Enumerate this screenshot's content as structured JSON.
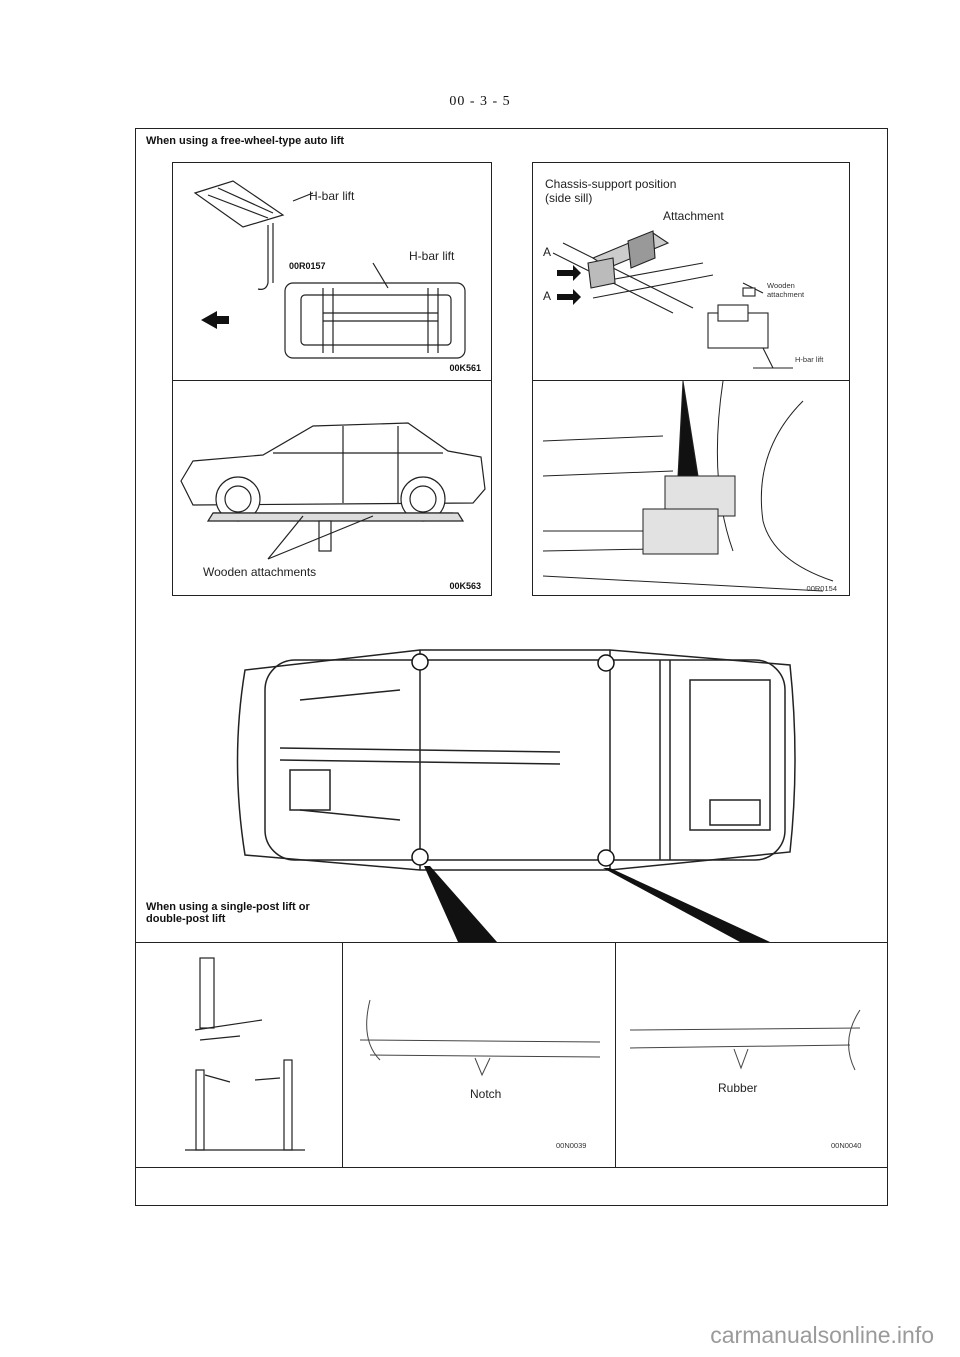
{
  "page": {
    "page_number": "00 - 3 - 5"
  },
  "section_free_wheel": {
    "heading": "When using a free-wheel-type auto lift",
    "panel_hbar": {
      "label_top": "H-bar lift",
      "figure_code_inner": "00R0157",
      "label_right": "H-bar lift",
      "figure_code": "00K561"
    },
    "panel_chassis": {
      "title": "Chassis-support position",
      "subtitle": "(side sill)",
      "label_attachment": "Attachment",
      "label_a_top": "A",
      "label_a_bottom": "A",
      "label_wooden": "Wooden",
      "label_attachment_small": "attachment",
      "label_hbar_small": "H-bar lift",
      "figure_code": ""
    },
    "panel_car": {
      "caption": "Wooden attachments",
      "figure_code": "00K563"
    },
    "panel_closeup": {
      "figure_code": "00R0154"
    }
  },
  "section_post_lift": {
    "heading_line1": "When using a single-post lift or",
    "heading_line2": "double-post lift",
    "panel_notch": {
      "label": "Notch",
      "figure_code": "00N0039"
    },
    "panel_rubber": {
      "label": "Rubber",
      "figure_code": "00N0040"
    }
  },
  "footer": {
    "watermark": "carmanualsonline.info"
  }
}
